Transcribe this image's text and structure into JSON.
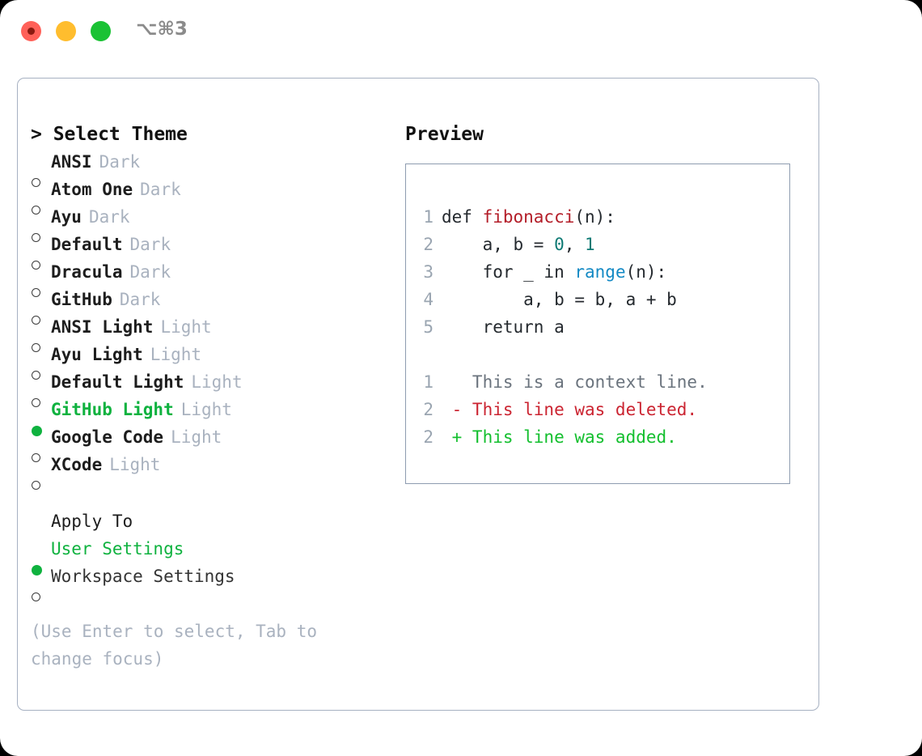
{
  "window": {
    "shortcut": "⌥⌘3",
    "traffic_lights": [
      "close-button",
      "minimize-button",
      "zoom-button"
    ]
  },
  "left": {
    "header": "> Select Theme",
    "themes": [
      {
        "bullet": "○",
        "name": "ANSI",
        "tag": "Dark",
        "selected": false
      },
      {
        "bullet": "○",
        "name": "Atom One",
        "tag": "Dark",
        "selected": false
      },
      {
        "bullet": "○",
        "name": "Ayu",
        "tag": "Dark",
        "selected": false
      },
      {
        "bullet": "○",
        "name": "Default",
        "tag": "Dark",
        "selected": false
      },
      {
        "bullet": "○",
        "name": "Dracula",
        "tag": "Dark",
        "selected": false
      },
      {
        "bullet": "○",
        "name": "GitHub",
        "tag": "Dark",
        "selected": false
      },
      {
        "bullet": "○",
        "name": "ANSI Light",
        "tag": "Light",
        "selected": false
      },
      {
        "bullet": "○",
        "name": "Ayu Light",
        "tag": "Light",
        "selected": false
      },
      {
        "bullet": "○",
        "name": "Default Light",
        "tag": "Light",
        "selected": false
      },
      {
        "bullet": "●",
        "name": "GitHub Light",
        "tag": "Light",
        "selected": true
      },
      {
        "bullet": "○",
        "name": "Google Code",
        "tag": "Light",
        "selected": false
      },
      {
        "bullet": "○",
        "name": "XCode",
        "tag": "Light",
        "selected": false
      }
    ],
    "apply_to": {
      "title": "Apply To",
      "options": [
        {
          "bullet": "●",
          "name": "User Settings",
          "selected": true
        },
        {
          "bullet": "○",
          "name": "Workspace Settings",
          "selected": false
        }
      ]
    },
    "hint": "(Use Enter to select, Tab to change focus)"
  },
  "right": {
    "title": "Preview",
    "code": [
      {
        "ln": "1",
        "parts": [
          {
            "t": "def ",
            "c": "plain"
          },
          {
            "t": "fibonacci",
            "c": "fn"
          },
          {
            "t": "(n):",
            "c": "plain"
          }
        ]
      },
      {
        "ln": "2",
        "parts": [
          {
            "t": "    a, b = ",
            "c": "plain"
          },
          {
            "t": "0",
            "c": "num"
          },
          {
            "t": ", ",
            "c": "plain"
          },
          {
            "t": "1",
            "c": "num"
          }
        ]
      },
      {
        "ln": "3",
        "parts": [
          {
            "t": "    for _ in ",
            "c": "plain"
          },
          {
            "t": "range",
            "c": "call"
          },
          {
            "t": "(n):",
            "c": "plain"
          }
        ]
      },
      {
        "ln": "4",
        "parts": [
          {
            "t": "        a, b = b, a + b",
            "c": "plain"
          }
        ]
      },
      {
        "ln": "5",
        "parts": [
          {
            "t": "    return a",
            "c": "plain"
          }
        ]
      }
    ],
    "diff": [
      {
        "ln": "1",
        "marker": "  ",
        "text": "This is a context line.",
        "kind": "ctx"
      },
      {
        "ln": "2",
        "marker": "- ",
        "text": "This line was deleted.",
        "kind": "del"
      },
      {
        "ln": "2",
        "marker": "+ ",
        "text": "This line was added.",
        "kind": "add"
      }
    ]
  },
  "colors": {
    "accent_green": "#0fb23f",
    "diff_add": "#13bf2e",
    "diff_del": "#cb2431",
    "function": "#b31d28",
    "number": "#0d7a74",
    "builtin": "#1389c4",
    "muted": "#a9b2bf",
    "border": "#a7b1c2"
  }
}
